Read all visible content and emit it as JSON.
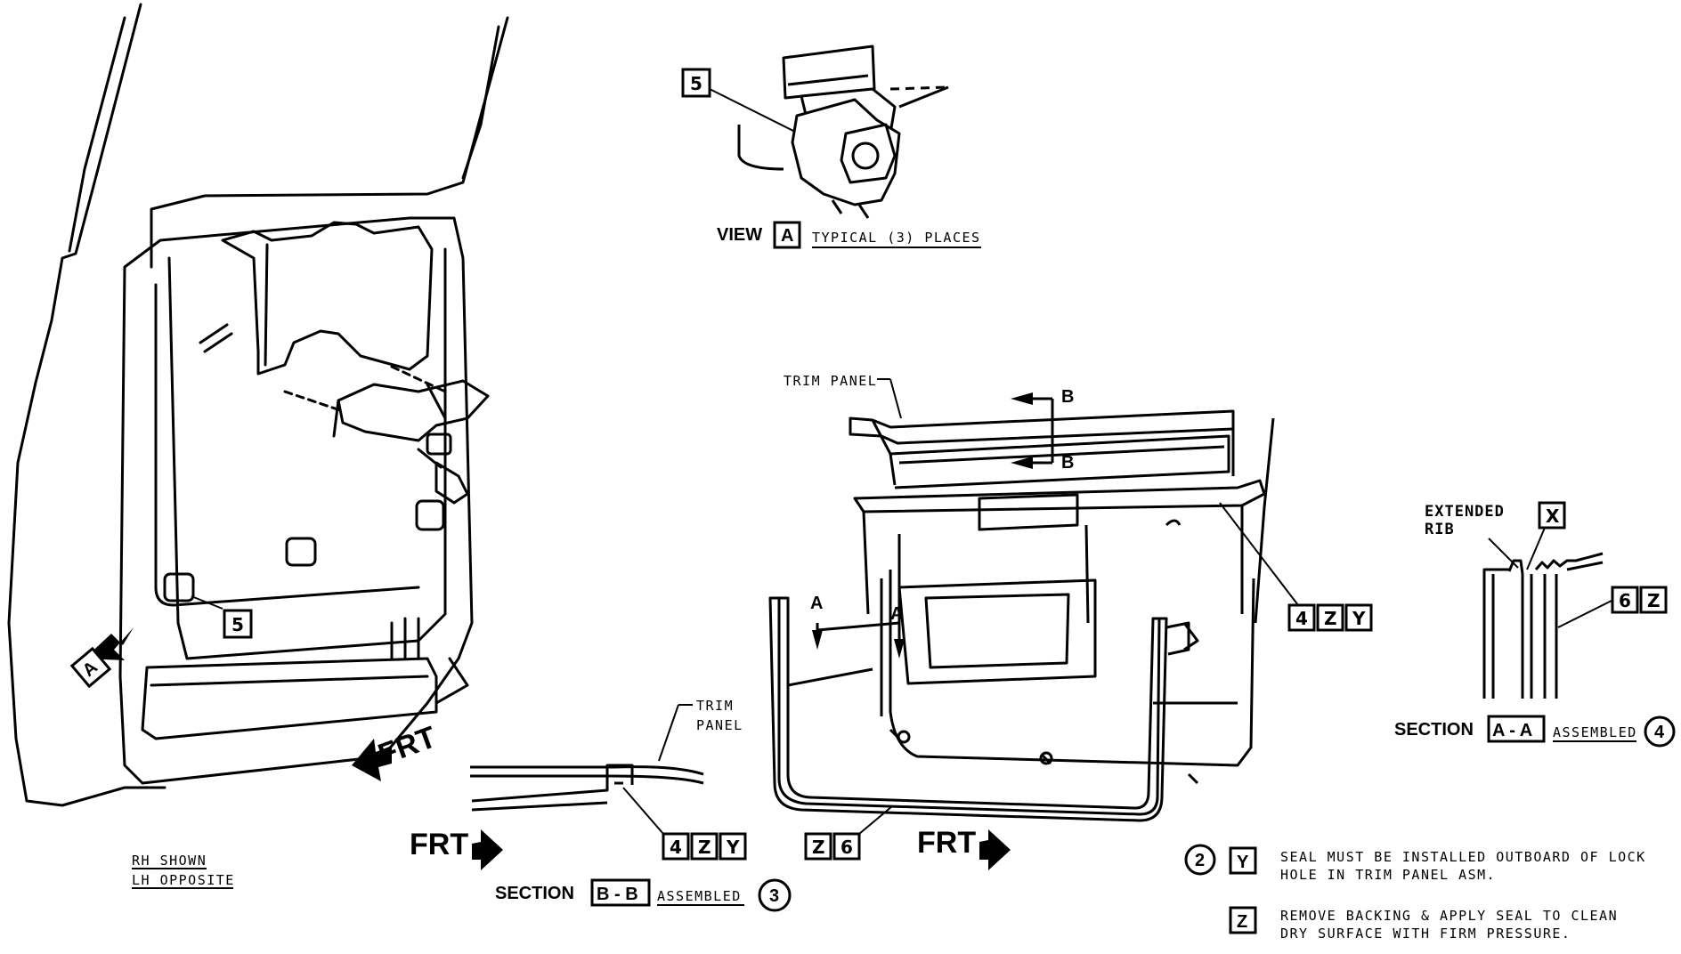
{
  "view_a": {
    "label": "VIEW",
    "ref": "A",
    "caption": "TYPICAL (3) PLACES",
    "callout": "5"
  },
  "door": {
    "callout_5": "5",
    "arrow_ref": "A",
    "frt": "FRT",
    "rh_shown": "RH SHOWN",
    "lh_opposite": "LH OPPOSITE"
  },
  "trim_panel_top": {
    "label": "TRIM PANEL",
    "section_b_top": "B",
    "section_b_bottom": "B",
    "callouts": [
      "4",
      "Z",
      "Y"
    ]
  },
  "seal_view": {
    "arrow_a_left": "A",
    "arrow_a_right": "A",
    "callouts": [
      "Z",
      "6"
    ],
    "frt": "FRT"
  },
  "section_bb": {
    "trim_label_1": "TRIM",
    "trim_label_2": "PANEL",
    "frt": "FRT",
    "callouts": [
      "4",
      "Z",
      "Y"
    ],
    "title": "SECTION",
    "ref": "B - B",
    "caption": "ASSEMBLED",
    "note_num": "3"
  },
  "section_aa": {
    "extended_1": "EXTENDED",
    "extended_2": "RIB",
    "x_ref": "X",
    "callouts": [
      "6",
      "Z"
    ],
    "title": "SECTION",
    "ref": "A - A",
    "caption": "ASSEMBLED",
    "note_num": "4"
  },
  "notes": {
    "n2_num": "2",
    "n2_ref": "Y",
    "n2_line1": "SEAL MUST BE INSTALLED OUTBOARD OF LOCK",
    "n2_line2": "HOLE IN TRIM PANEL ASM.",
    "nz_ref": "Z",
    "nz_line1": "REMOVE BACKING & APPLY SEAL TO CLEAN",
    "nz_line2": "DRY SURFACE WITH FIRM PRESSURE."
  }
}
